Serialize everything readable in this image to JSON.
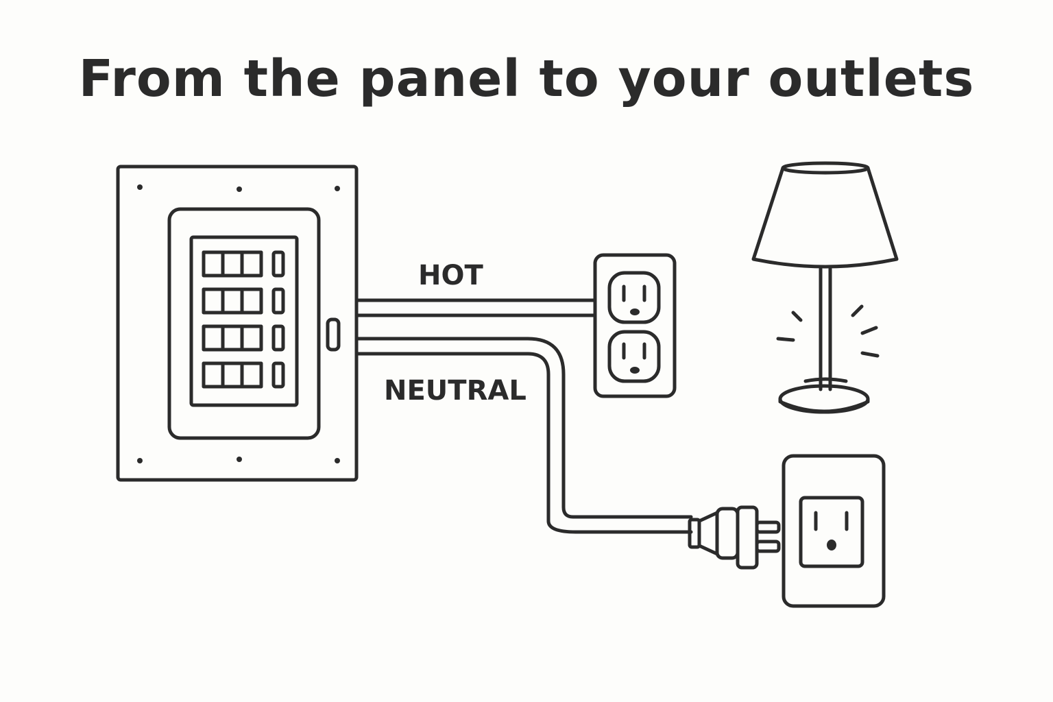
{
  "title": "From the panel to your outlets",
  "labels": {
    "hot": "HOT",
    "neutral": "NEUTRAL"
  },
  "colors": {
    "ink": "#2b2b2b",
    "background": "#fdfdfb"
  },
  "icons": [
    "breaker-panel-icon",
    "duplex-outlet-icon",
    "table-lamp-icon",
    "plug-icon",
    "single-outlet-icon"
  ]
}
